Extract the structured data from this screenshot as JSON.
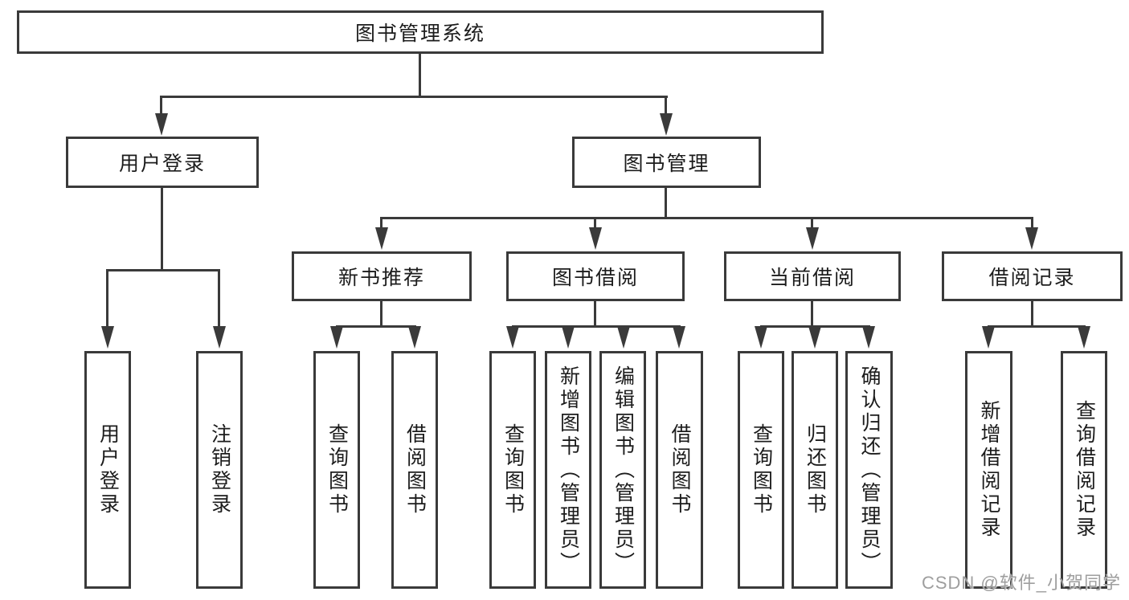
{
  "diagram": {
    "root": {
      "label": "图书管理系统"
    },
    "branches": [
      {
        "label": "用户登录",
        "children": [
          {
            "label": "用户登录"
          },
          {
            "label": "注销登录"
          }
        ]
      },
      {
        "label": "图书管理",
        "children": [
          {
            "label": "新书推荐",
            "children": [
              {
                "label": "查询图书"
              },
              {
                "label": "借阅图书"
              }
            ]
          },
          {
            "label": "图书借阅",
            "children": [
              {
                "label": "查询图书"
              },
              {
                "label": "新增图书（管理员）"
              },
              {
                "label": "编辑图书（管理员）"
              },
              {
                "label": "借阅图书"
              }
            ]
          },
          {
            "label": "当前借阅",
            "children": [
              {
                "label": "查询图书"
              },
              {
                "label": "归还图书"
              },
              {
                "label": "确认归还（管理员）"
              }
            ]
          },
          {
            "label": "借阅记录",
            "children": [
              {
                "label": "新增借阅记录"
              },
              {
                "label": "查询借阅记录"
              }
            ]
          }
        ]
      }
    ]
  },
  "watermark": {
    "text": "CSDN @软件_小贺同学"
  },
  "colors": {
    "line": "#3a3a3a",
    "text": "#1c1c1c",
    "box_bg": "#ffffff",
    "watermark": "#9e9e9e",
    "background": "#ffffff"
  }
}
